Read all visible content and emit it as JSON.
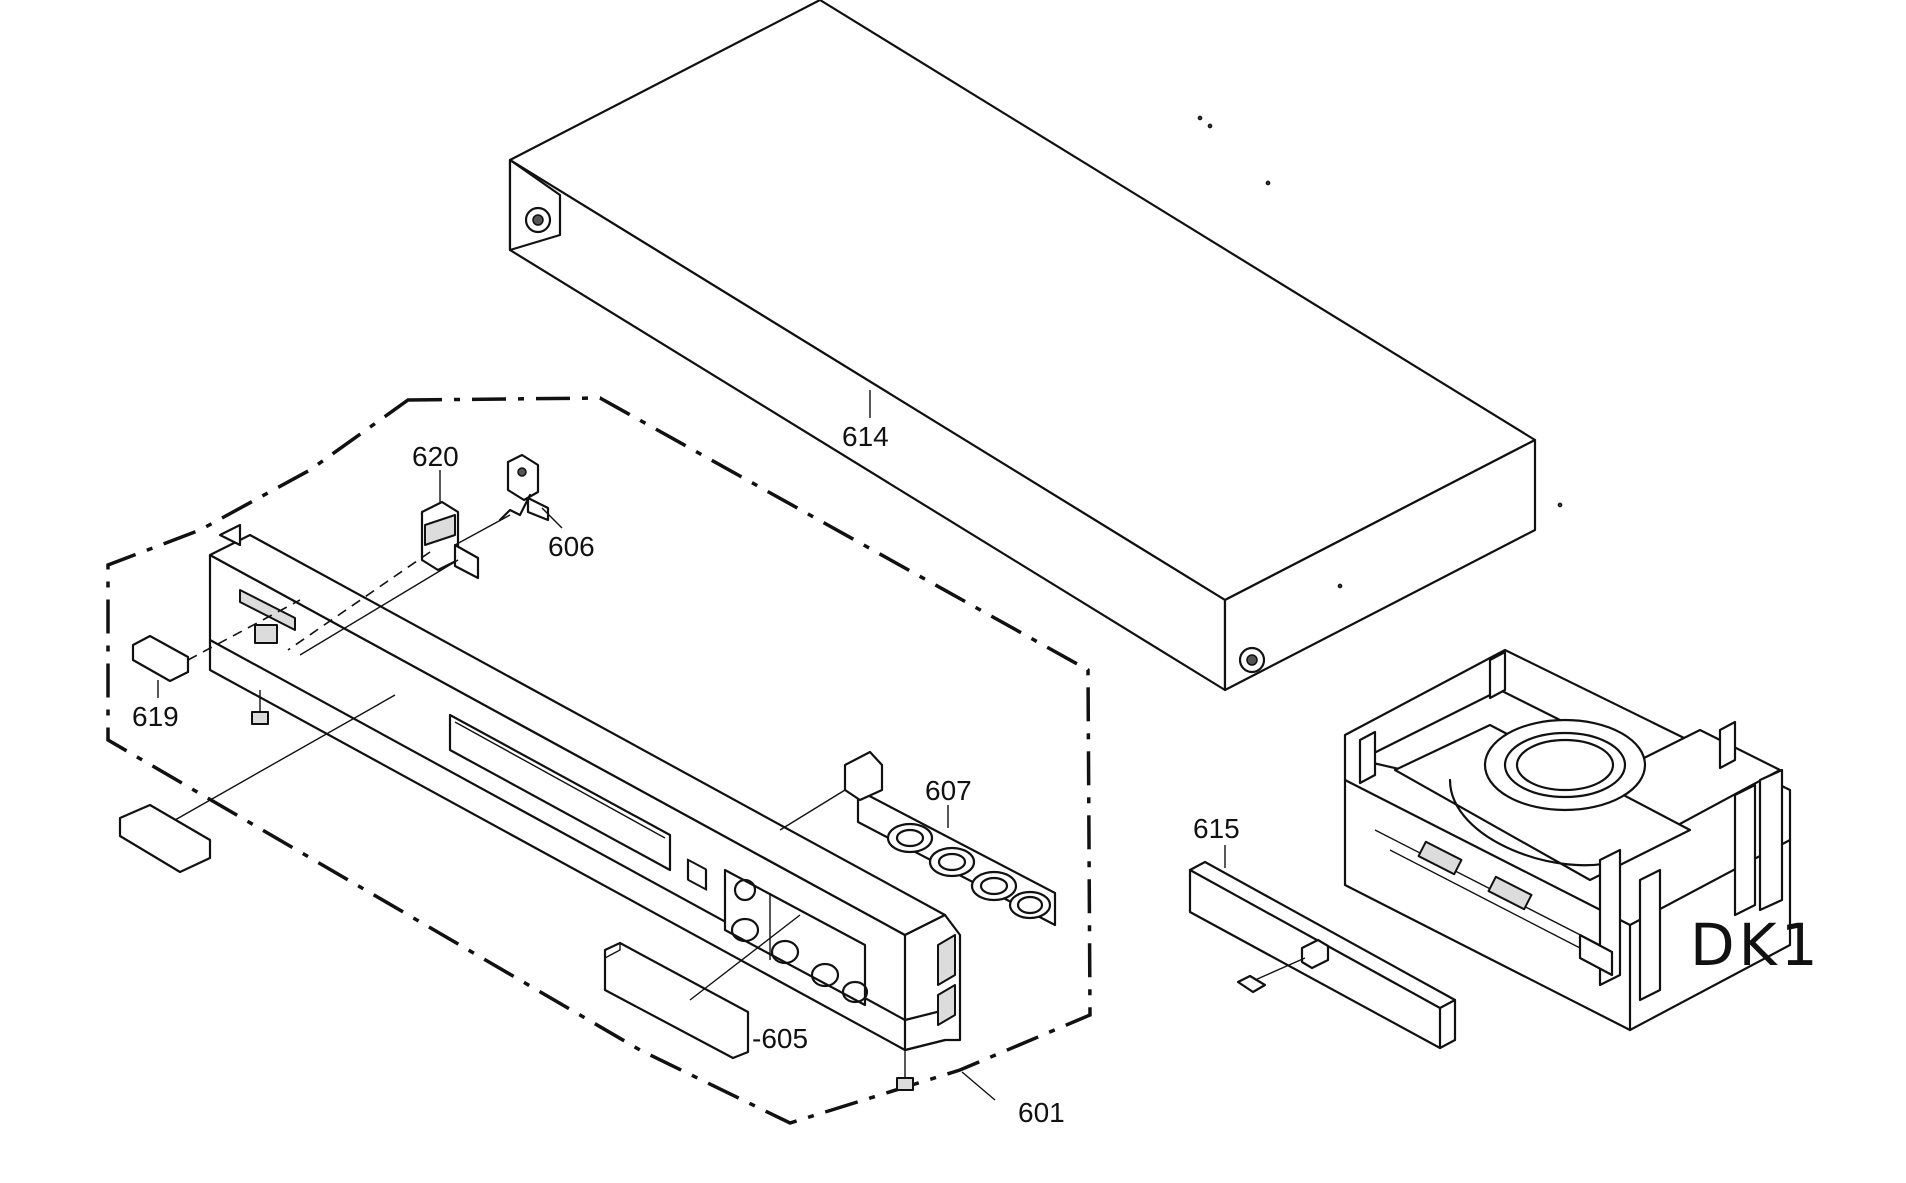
{
  "diagram": {
    "parts": [
      {
        "id": "614",
        "label": "614"
      },
      {
        "id": "620",
        "label": "620"
      },
      {
        "id": "606",
        "label": "606"
      },
      {
        "id": "619",
        "label": "619"
      },
      {
        "id": "607",
        "label": "607"
      },
      {
        "id": "615",
        "label": "615"
      },
      {
        "id": "605",
        "label": "-605"
      },
      {
        "id": "601",
        "label": "601"
      }
    ],
    "mechanism_label": "DK1"
  },
  "colors": {
    "ink": "#111111",
    "paper": "#ffffff",
    "shade": "#dcdcdc"
  }
}
